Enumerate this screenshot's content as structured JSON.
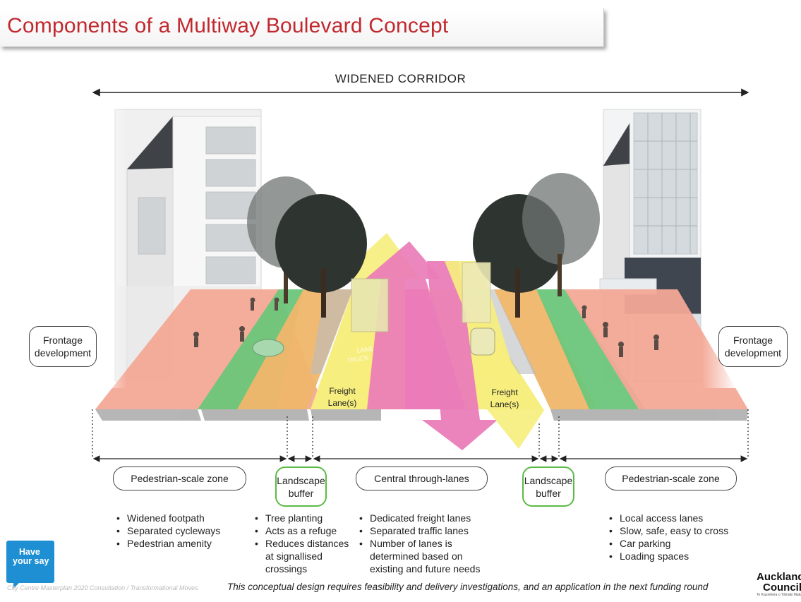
{
  "title": "Components of a Multiway Boulevard Concept",
  "corridor_label": "WIDENED CORRIDOR",
  "side_labels": {
    "left": [
      "Frontage",
      "development"
    ],
    "right": [
      "Frontage",
      "development"
    ]
  },
  "arrow_labels": {
    "freight_left": [
      "Freight",
      "Lane(s)"
    ],
    "freight_right": [
      "Freight",
      "Lane(s)"
    ],
    "road_marking": [
      "LANE",
      "TRUCK"
    ]
  },
  "zones": [
    {
      "label": [
        "Pedestrian-scale zone"
      ],
      "bullets": [
        "Widened footpath",
        "Separated cycleways",
        "Pedestrian amenity"
      ]
    },
    {
      "label": [
        "Landscape",
        "buffer"
      ],
      "bullets": [
        "Tree planting",
        "Acts as a refuge",
        "Reduces distances at signallised crossings"
      ]
    },
    {
      "label": [
        "Central through-lanes"
      ],
      "bullets": [
        "Dedicated freight lanes",
        "Separated traffic lanes",
        "Number of lanes is determined based on existing and future needs"
      ]
    },
    {
      "label": [
        "Landscape",
        "buffer"
      ],
      "bullets": []
    },
    {
      "label": [
        "Pedestrian-scale zone"
      ],
      "bullets": [
        "Local access lanes",
        "Slow, safe, easy to cross",
        "Car parking",
        "Loading spaces"
      ]
    }
  ],
  "footer": {
    "source": "City Centre Masterplan 2020 Consultation / Transformational Moves",
    "note": "This conceptual design requires feasibility and delivery investigations, and an application in the next funding round"
  },
  "badge": [
    "Have",
    "your say"
  ],
  "logo": {
    "line1": "Auckland",
    "line2": "Council",
    "tagline": "Te Kaunihera o Tāmaki Makaurau"
  },
  "colors": {
    "title_red": "#c0282e",
    "footpath": "#f3a896",
    "cycleway": "#f08a75",
    "planting": "#6cc67a",
    "parking": "#f0b66b",
    "freight": "#f6ee7e",
    "traffic": "#ea7cb9",
    "green_outline": "#5bbb46",
    "badge_blue": "#1e8fd3"
  }
}
